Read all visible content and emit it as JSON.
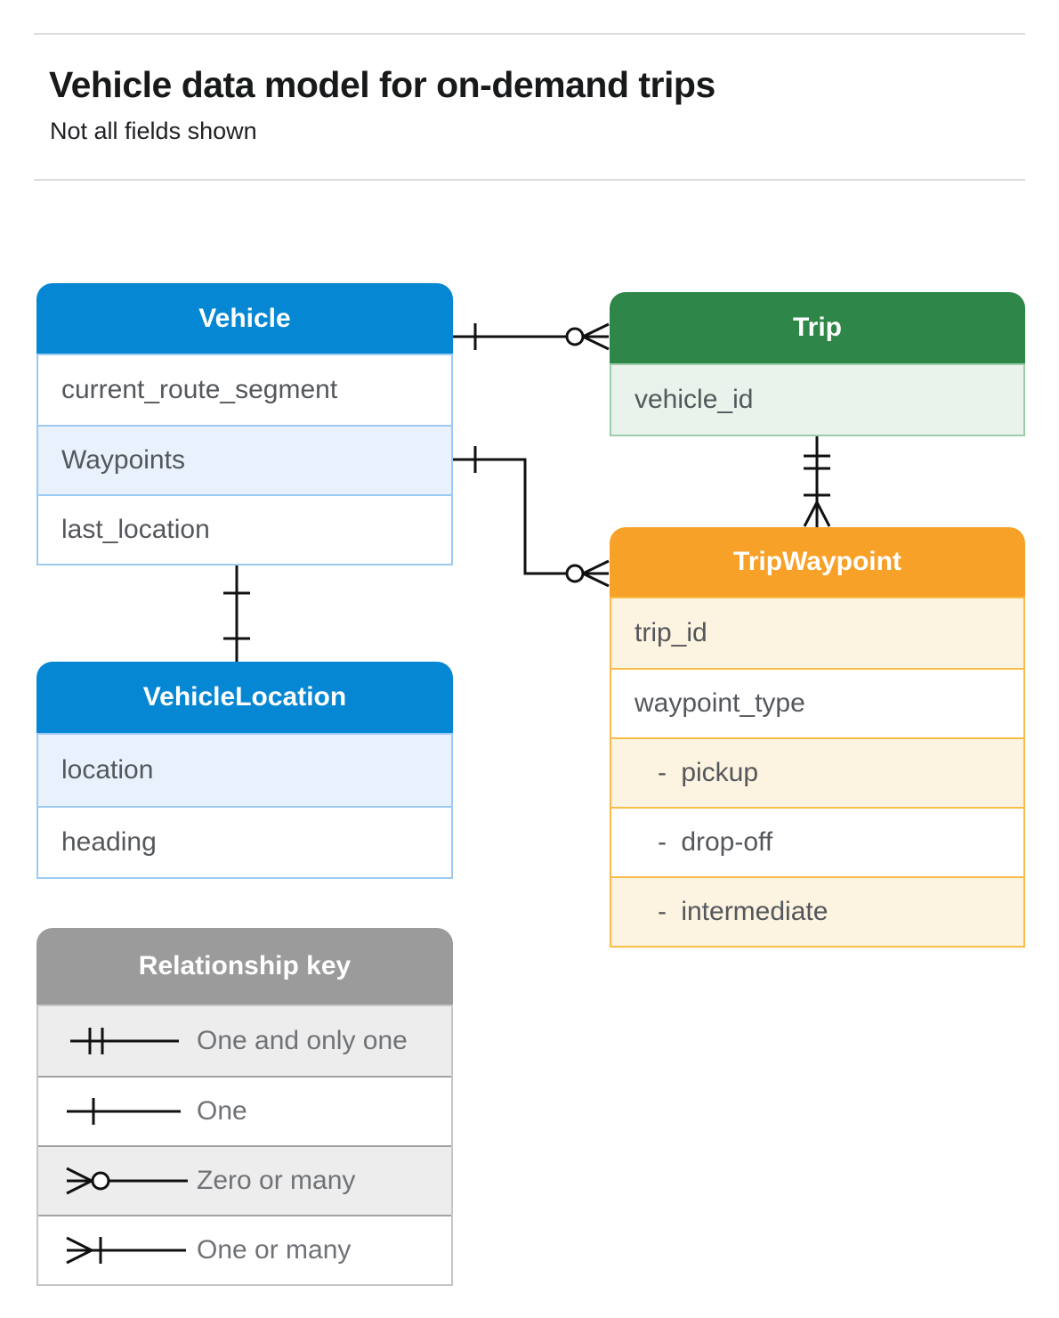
{
  "header": {
    "title": "Vehicle data model for on-demand trips",
    "subtitle": "Not all fields shown"
  },
  "tables": {
    "vehicle": {
      "title": "Vehicle",
      "rows": [
        "current_route_segment",
        "Waypoints",
        "last_location"
      ]
    },
    "trip": {
      "title": "Trip",
      "rows": [
        "vehicle_id"
      ]
    },
    "trip_waypoint": {
      "title": "TripWaypoint",
      "rows": [
        "trip_id",
        "waypoint_type",
        "- pickup",
        "- drop-off",
        "- intermediate"
      ]
    },
    "vehicle_location": {
      "title": "VehicleLocation",
      "rows": [
        "location",
        "heading"
      ]
    }
  },
  "legend": {
    "title": "Relationship key",
    "items": [
      {
        "symbol": "one-and-only-one",
        "label": "One and only one"
      },
      {
        "symbol": "one",
        "label": "One"
      },
      {
        "symbol": "zero-or-many",
        "label": "Zero or many"
      },
      {
        "symbol": "one-or-many",
        "label": "One or many"
      }
    ]
  },
  "relationships": [
    {
      "from": "Vehicle",
      "to": "Trip",
      "from_cardinality": "one",
      "to_cardinality": "zero-or-many"
    },
    {
      "from": "Vehicle.Waypoints",
      "to": "TripWaypoint",
      "from_cardinality": "one",
      "to_cardinality": "zero-or-many"
    },
    {
      "from": "Trip",
      "to": "TripWaypoint",
      "from_cardinality": "one-and-only-one",
      "to_cardinality": "one-or-many"
    },
    {
      "from": "Vehicle",
      "to": "VehicleLocation",
      "from_cardinality": "one",
      "to_cardinality": "one"
    }
  ],
  "colors": {
    "vehicle_header": "#0687D3",
    "vehicle_row_tint": "#E8F1FC",
    "vehicle_border": "#9DCAF3",
    "trip_header": "#2E8748",
    "trip_row_tint": "#E9F2EB",
    "trip_border": "#9CCDA9",
    "trip_waypoint_header": "#F7A128",
    "trip_waypoint_row_tint": "#FCF3E1",
    "trip_waypoint_border": "#F8BC49",
    "legend_header": "#9B9B9B",
    "legend_row_tint": "#EDEDED",
    "divider": "#DADCE0",
    "connector": "#111111"
  }
}
